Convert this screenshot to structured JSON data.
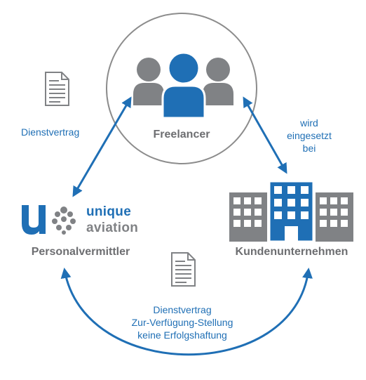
{
  "freelancer": {
    "label": "Freelancer"
  },
  "left_contract": {
    "label": "Dienstvertrag"
  },
  "right_relation": {
    "lines": [
      "wird",
      "eingesetzt",
      "bei"
    ]
  },
  "agency": {
    "logo_line1": "unique",
    "logo_line2": "aviation",
    "label": "Personalvermittler"
  },
  "client": {
    "label": "Kundenunternehmen"
  },
  "bottom_contract": {
    "lines": [
      "Dienstvertrag",
      "Zur-Verfügung-Stellung",
      "keine Erfolgshaftung"
    ]
  },
  "icons": {
    "people": "people-group-icon",
    "document": "document-icon",
    "building": "office-buildings-icon",
    "logo": "unique-aviation-logo"
  },
  "colors": {
    "blue": "#1f6fb5",
    "gray": "#808285",
    "circle": "#8c8c8c",
    "text_gray": "#6d6e71"
  }
}
